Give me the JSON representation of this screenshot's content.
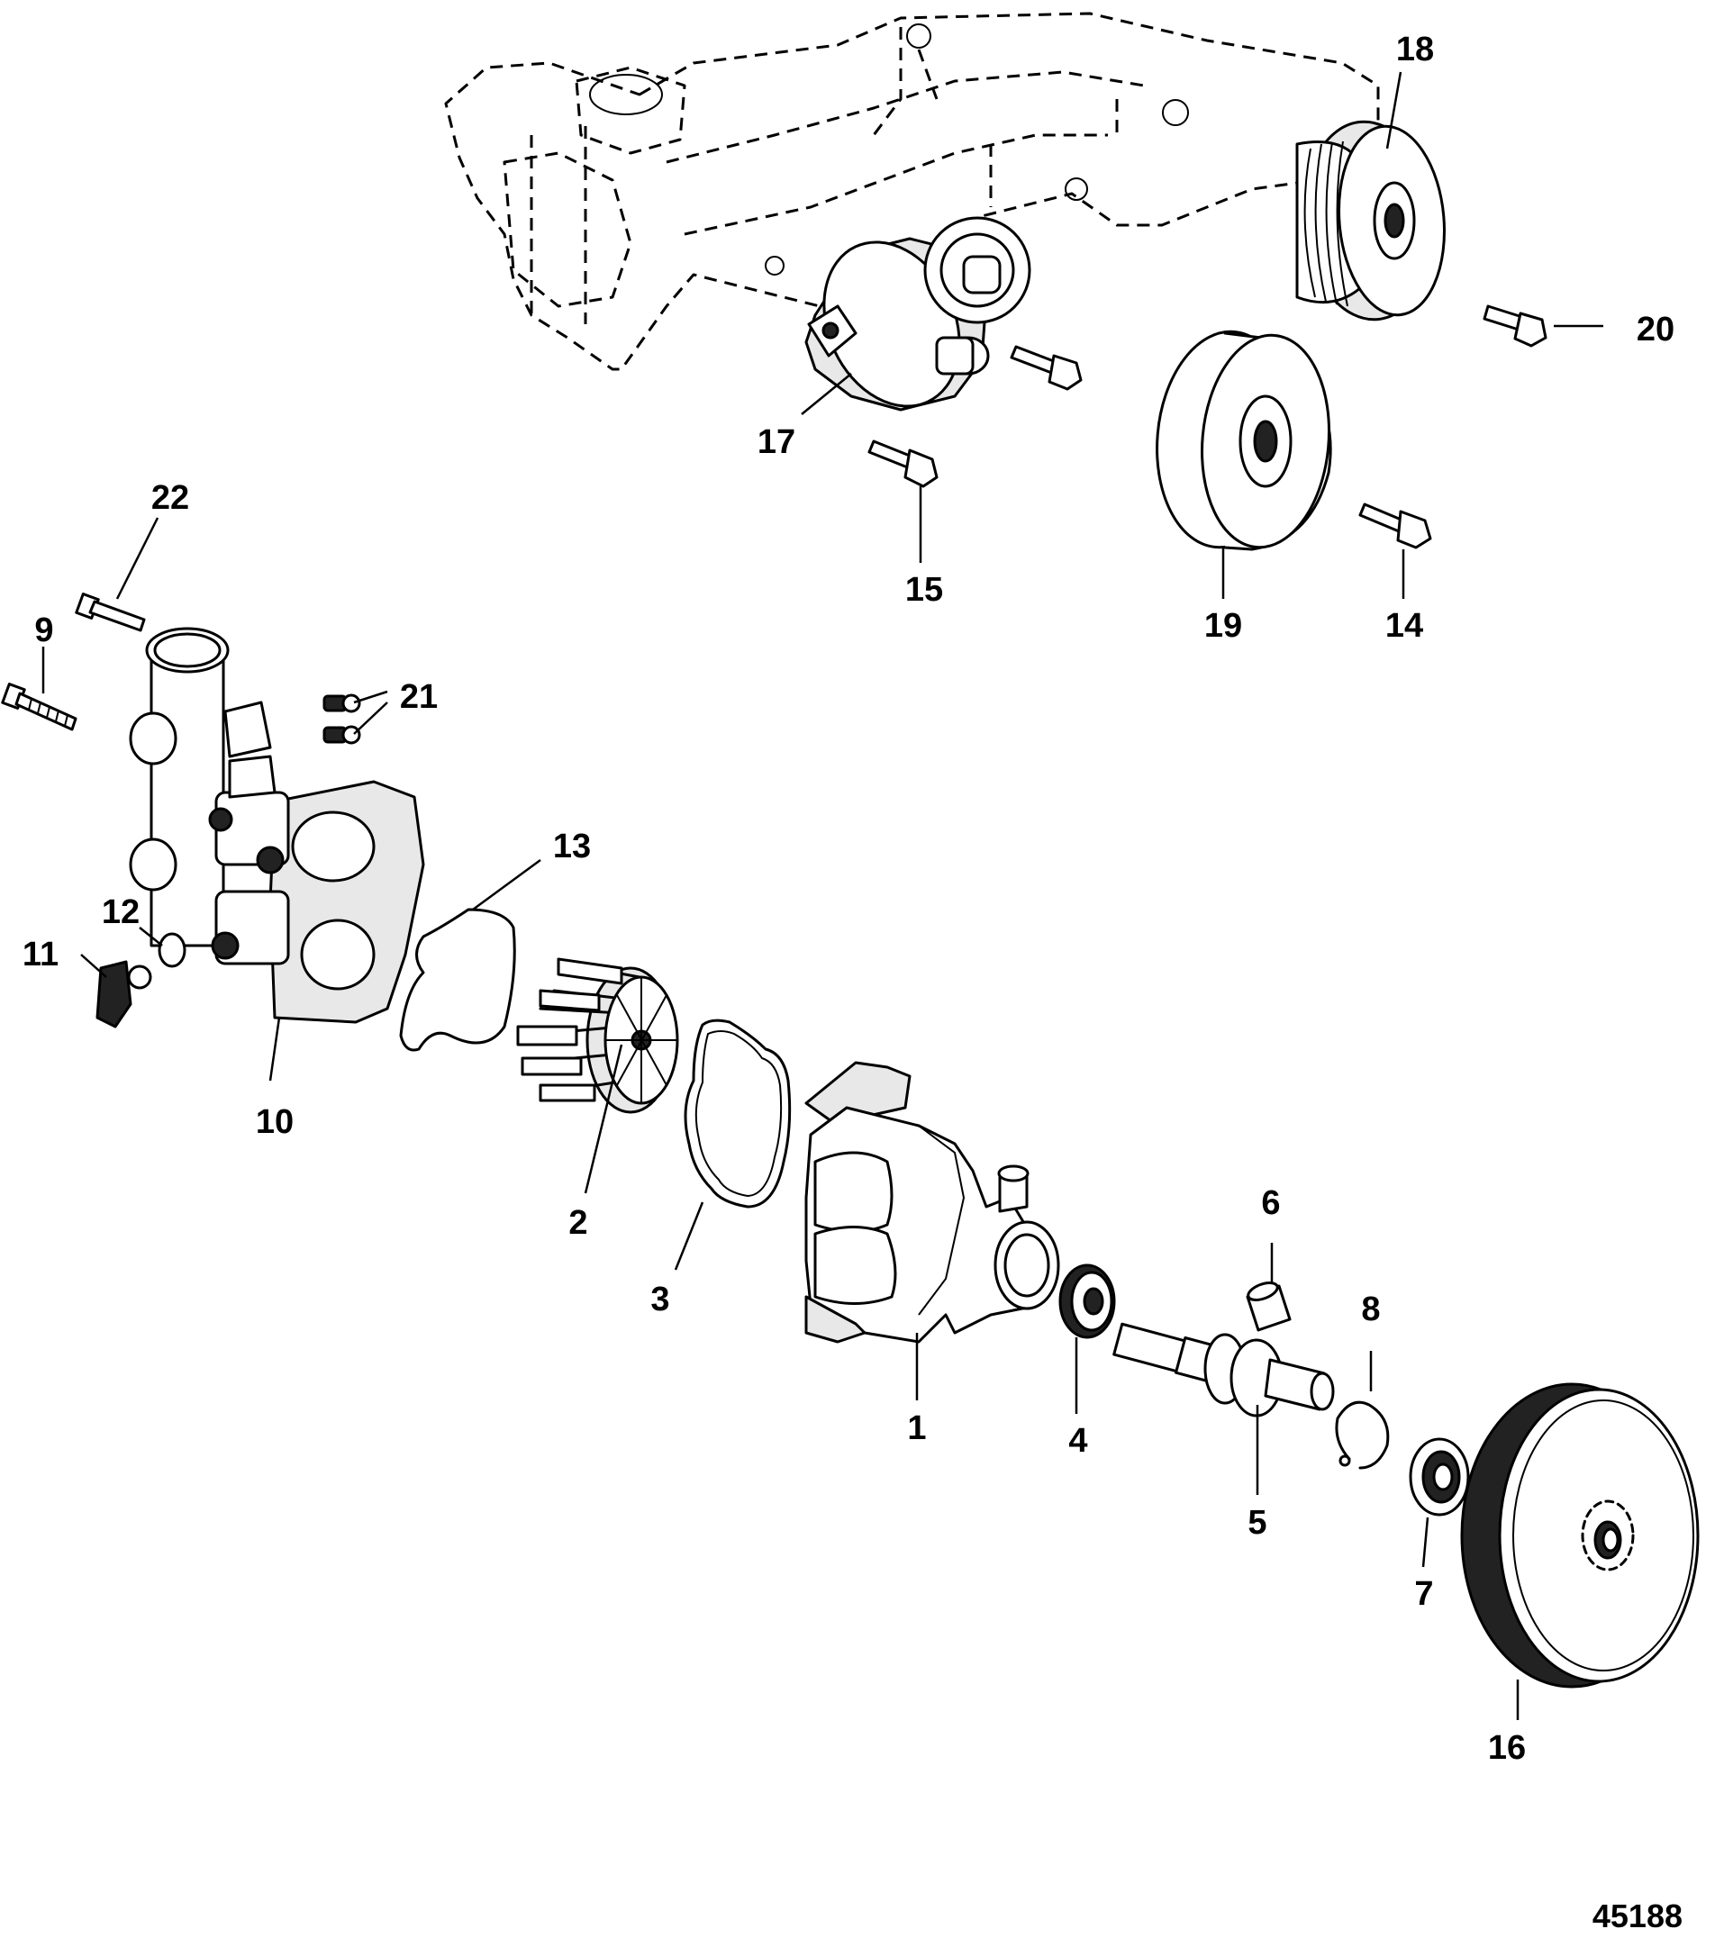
{
  "figure_number": "45188",
  "callouts": [
    "1",
    "2",
    "3",
    "4",
    "5",
    "6",
    "7",
    "8",
    "9",
    "10",
    "11",
    "12",
    "13",
    "14",
    "15",
    "16",
    "17",
    "18",
    "19",
    "20",
    "21",
    "22"
  ]
}
